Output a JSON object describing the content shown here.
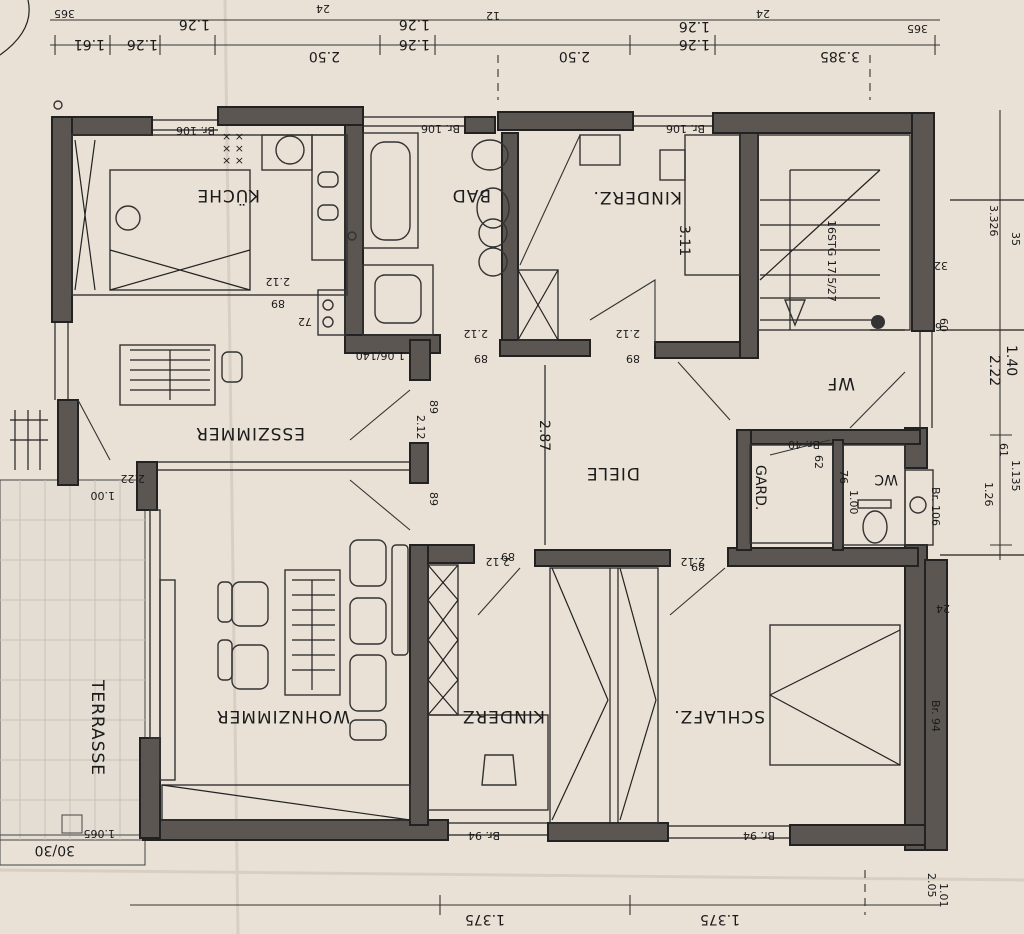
{
  "rooms": {
    "kueche": "KÜCHE",
    "bad": "BAD",
    "kinderz_top": "KINDERZ.",
    "wf": "WF",
    "esszimmer": "ESSZIMMER",
    "diele": "DIELE",
    "garp": "GARD.",
    "wc": "WC",
    "wohnzimmer": "WOHNZIMMER",
    "kinderz_bottom": "KINDERZ",
    "schlafz": "SCHLAFZ.",
    "terrasse": "TERRASSE"
  },
  "dims_top": [
    "1.61",
    "1.26",
    "1.26",
    "2.50",
    "1.26",
    "1.26",
    "2.50",
    "1.26",
    "1.26",
    "3.385",
    "365",
    "24",
    "12",
    "24",
    "365"
  ],
  "dims_right": [
    "3.326",
    "35",
    "1.40",
    "2.22",
    "61",
    "1.135",
    "1.26",
    "2.05",
    "1.01",
    "24",
    "60"
  ],
  "dims_bottom": [
    "1.375",
    "1.375",
    "30/30",
    "1.065"
  ],
  "heights": {
    "h311": "3.11",
    "h287": "2.87",
    "h212a": "2.12",
    "h212b": "2.12",
    "h212c": "2.12",
    "h212d": "2.12",
    "h212e": "2.12",
    "h212f": "2.12",
    "h222": "2.22",
    "h89a": "89",
    "h89b": "89",
    "h89c": "89",
    "h89d": "89",
    "h89e": "89",
    "h89f": "89",
    "h89g": "89",
    "h72": "72",
    "h100a": "1.00",
    "h100b": "1.00",
    "h76": "76",
    "h62": "62",
    "stairs": "16STG 17.5/27",
    "brh106a": "Br. 106",
    "brh106b": "Br. 106",
    "brh106c": "Br. 106",
    "brh106d": "Br. 106",
    "brh94a": "Br. 94",
    "brh94b": "Br. 94",
    "brh94c": "Br. 94",
    "brh40": "Br. 40",
    "dim106140": "1.06/140",
    "dim32": "32",
    "dim6": "6"
  },
  "colors": {
    "paper": "#e9e1d6",
    "wall": "#5b5652",
    "line": "#222222"
  }
}
